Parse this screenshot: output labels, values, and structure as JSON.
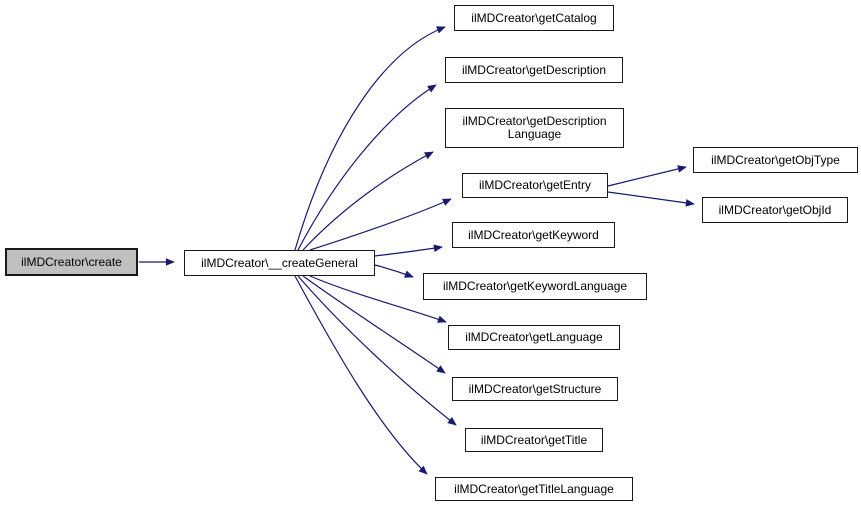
{
  "graph": {
    "type": "call-graph",
    "background_color": "#ffffff",
    "edge_color": "#191970",
    "node_border_color": "#1a1a1a",
    "node_fill": "#ffffff",
    "highlighted_node_fill": "#c0c0c0",
    "nodes": {
      "create": {
        "label": "ilMDCreator\\create",
        "highlighted": true
      },
      "createGeneral": {
        "label": "ilMDCreator\\__createGeneral"
      },
      "getCatalog": {
        "label": "ilMDCreator\\getCatalog"
      },
      "getDescription": {
        "label": "ilMDCreator\\getDescription"
      },
      "getDescriptionLanguage": {
        "line1": "ilMDCreator\\getDescription",
        "line2": "Language"
      },
      "getEntry": {
        "label": "ilMDCreator\\getEntry"
      },
      "getKeyword": {
        "label": "ilMDCreator\\getKeyword"
      },
      "getKeywordLanguage": {
        "label": "ilMDCreator\\getKeywordLanguage"
      },
      "getLanguage": {
        "label": "ilMDCreator\\getLanguage"
      },
      "getStructure": {
        "label": "ilMDCreator\\getStructure"
      },
      "getTitle": {
        "label": "ilMDCreator\\getTitle"
      },
      "getTitleLanguage": {
        "label": "ilMDCreator\\getTitleLanguage"
      },
      "getObjType": {
        "label": "ilMDCreator\\getObjType"
      },
      "getObjId": {
        "label": "ilMDCreator\\getObjId"
      }
    },
    "edges": [
      {
        "from": "create",
        "to": "createGeneral"
      },
      {
        "from": "createGeneral",
        "to": "getCatalog"
      },
      {
        "from": "createGeneral",
        "to": "getDescription"
      },
      {
        "from": "createGeneral",
        "to": "getDescriptionLanguage"
      },
      {
        "from": "createGeneral",
        "to": "getEntry"
      },
      {
        "from": "createGeneral",
        "to": "getKeyword"
      },
      {
        "from": "createGeneral",
        "to": "getKeywordLanguage"
      },
      {
        "from": "createGeneral",
        "to": "getLanguage"
      },
      {
        "from": "createGeneral",
        "to": "getStructure"
      },
      {
        "from": "createGeneral",
        "to": "getTitle"
      },
      {
        "from": "createGeneral",
        "to": "getTitleLanguage"
      },
      {
        "from": "getEntry",
        "to": "getObjType"
      },
      {
        "from": "getEntry",
        "to": "getObjId"
      }
    ]
  }
}
